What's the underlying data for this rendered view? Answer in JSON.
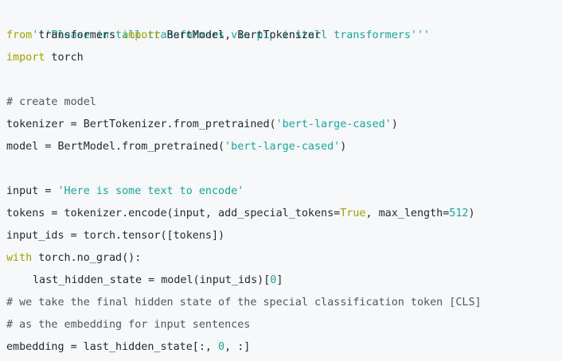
{
  "code": {
    "lines": [
      [
        {
          "t": "'''Please install transformers via pip install transformers'''",
          "k": "str"
        }
      ],
      [
        {
          "t": "from",
          "k": "kw"
        },
        {
          "t": " transformers ",
          "k": "plain"
        },
        {
          "t": "import",
          "k": "kw"
        },
        {
          "t": " BertModel, BertTokenizer",
          "k": "plain"
        }
      ],
      [
        {
          "t": "import",
          "k": "kw"
        },
        {
          "t": " torch",
          "k": "plain"
        }
      ],
      [],
      [
        {
          "t": "# create model",
          "k": "com"
        }
      ],
      [
        {
          "t": "tokenizer = BertTokenizer.from_pretrained(",
          "k": "plain"
        },
        {
          "t": "'bert-large-cased'",
          "k": "str"
        },
        {
          "t": ")",
          "k": "plain"
        }
      ],
      [
        {
          "t": "model = BertModel.from_pretrained(",
          "k": "plain"
        },
        {
          "t": "'bert-large-cased'",
          "k": "str"
        },
        {
          "t": ")",
          "k": "plain"
        }
      ],
      [],
      [
        {
          "t": "input = ",
          "k": "plain"
        },
        {
          "t": "'Here is some text to encode'",
          "k": "str"
        }
      ],
      [
        {
          "t": "tokens = tokenizer.encode(input, add_special_tokens=",
          "k": "plain"
        },
        {
          "t": "True",
          "k": "kw"
        },
        {
          "t": ", max_length=",
          "k": "plain"
        },
        {
          "t": "512",
          "k": "num"
        },
        {
          "t": ")",
          "k": "plain"
        }
      ],
      [
        {
          "t": "input_ids = torch.tensor([tokens])",
          "k": "plain"
        }
      ],
      [
        {
          "t": "with",
          "k": "kw"
        },
        {
          "t": " torch.no_grad():",
          "k": "plain"
        }
      ],
      [
        {
          "t": "last_hidden_state = model(input_ids)[",
          "k": "plain"
        },
        {
          "t": "0",
          "k": "num"
        },
        {
          "t": "]",
          "k": "plain"
        }
      ],
      [
        {
          "t": "# we take the final hidden state of the special classification token [CLS]",
          "k": "com"
        }
      ],
      [
        {
          "t": "# as the embedding for input sentences",
          "k": "com"
        }
      ],
      [
        {
          "t": "embedding = last_hidden_state[:, ",
          "k": "plain"
        },
        {
          "t": "0",
          "k": "num"
        },
        {
          "t": ", :]",
          "k": "plain"
        }
      ]
    ]
  },
  "colors": {
    "background": "#f6f8fa",
    "string": "#1aa39c",
    "keyword": "#a2a100",
    "comment": "#555555",
    "text": "#24292e"
  }
}
